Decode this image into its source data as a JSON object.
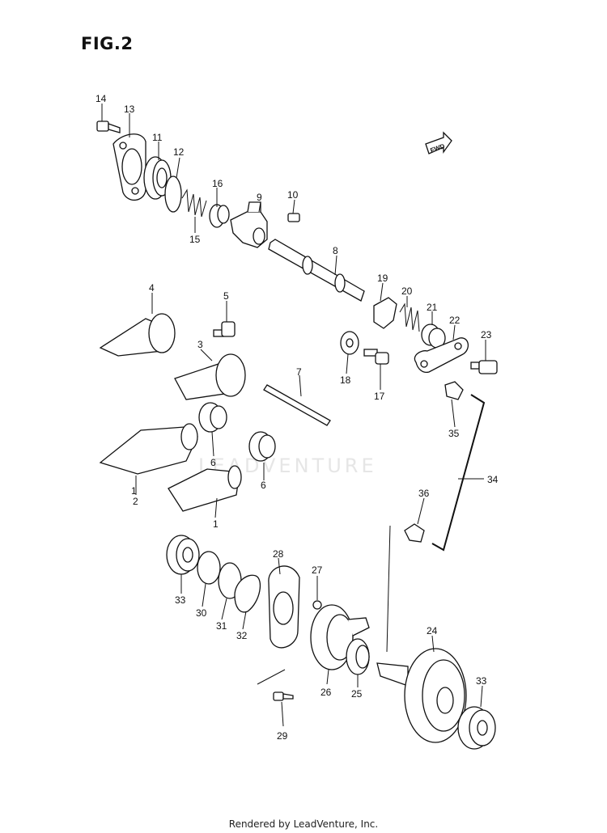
{
  "figure": {
    "title": "FIG.2",
    "fwd_label": "FWD",
    "footer": "Rendered by LeadVenture, Inc.",
    "watermark": "LEADVENTURE"
  },
  "callouts": [
    "1",
    "2",
    "3",
    "4",
    "5",
    "6",
    "6",
    "7",
    "8",
    "9",
    "10",
    "11",
    "12",
    "13",
    "14",
    "15",
    "16",
    "17",
    "18",
    "19",
    "20",
    "21",
    "22",
    "23",
    "24",
    "25",
    "26",
    "27",
    "28",
    "29",
    "30",
    "31",
    "32",
    "33",
    "33",
    "34",
    "35",
    "36"
  ]
}
